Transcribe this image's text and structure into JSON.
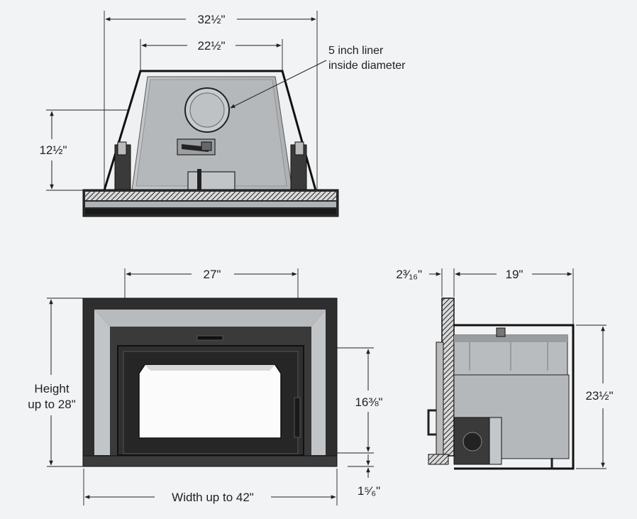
{
  "top_view": {
    "overall_width": "32½\"",
    "top_width": "22½\"",
    "depth": "12½\"",
    "liner_note_line1": "5 inch liner",
    "liner_note_line2": "inside diameter"
  },
  "front_view": {
    "opening_width": "27\"",
    "height_label_line1": "Height",
    "height_label_line2": "up to 28\"",
    "glass_height": "16⅜\"",
    "width_label": "Width up to 42\"",
    "bottom_offset": "1⁵⁄₆\""
  },
  "side_view": {
    "face_depth": "2³⁄₁₆\"",
    "body_depth": "19\"",
    "height": "23½\""
  },
  "colors": {
    "background": "#f2f3f4",
    "steel": "#b9bcbf",
    "frame": "#2a2a2a"
  }
}
